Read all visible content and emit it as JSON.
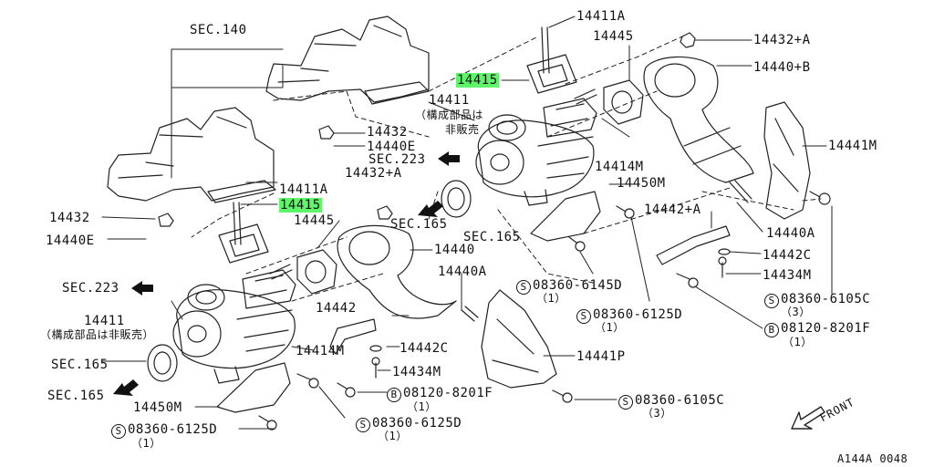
{
  "colors": {
    "highlight": "#5ef56a",
    "line": "#222222",
    "background": "#ffffff"
  },
  "labels": {
    "sec140": "SEC.140",
    "p14411a_top": "14411A",
    "p14445_top": "14445",
    "p14432a_top": "14432+A",
    "p14440b": "14440+B",
    "p14415_top": "14415",
    "p14411_top": "14411",
    "note_top": "（構成部品は",
    "p14432": "14432",
    "nonsale_1": "非販売",
    "p14440e_top": "14440E",
    "sec223_top": "SEC.223",
    "p14432a_mid": "14432+A",
    "p14441m": "14441M",
    "p14414m_top": "14414M",
    "p14450m_top": "14450M",
    "p14411a_mid": "14411A",
    "p14415_mid": "14415",
    "p14445_mid": "14445",
    "sec165_a": "SEC.165",
    "sec165_b": "SEC.165",
    "p14442a": "14442+A",
    "p14440a_right": "14440A",
    "p14432_left": "14432",
    "p14440e_left": "14440E",
    "p14440": "14440",
    "p14442c_right": "14442C",
    "p14434m_right": "14434M",
    "p14440a_mid": "14440A",
    "b08360_6145d": "08360-6145D",
    "q1_a": "（1）",
    "b08360_6105c_r": "08360-6105C",
    "q3_a": "（3）",
    "sec223_left": "SEC.223",
    "p14442": "14442",
    "b08360_6125d_m": "08360-6125D",
    "q1_b": "（1）",
    "p14411_left": "14411",
    "note_left": "（構成部品は非販売）",
    "p14414m_left": "14414M",
    "p14442c_mid": "14442C",
    "b08120_8201f_r": "08120-8201F",
    "q1_c": "（1）",
    "p14441p": "14441P",
    "sec165_c": "SEC.165",
    "p14434m_mid": "14434M",
    "sec165_d": "SEC.165",
    "b08120_8201f_m": "08120-8201F",
    "q1_d": "（1）",
    "b08360_6105c_m": "08360-6105C",
    "q3_b": "（3）",
    "p14450m_left": "14450M",
    "b08360_6125d_b": "08360-6125D",
    "q1_e": "（1）",
    "b08360_6125d_l": "08360-6125D",
    "q1_f": "（1）",
    "front": "FRONT",
    "code": "A144A 0048"
  },
  "symbols": {
    "s": "S",
    "b": "B"
  }
}
